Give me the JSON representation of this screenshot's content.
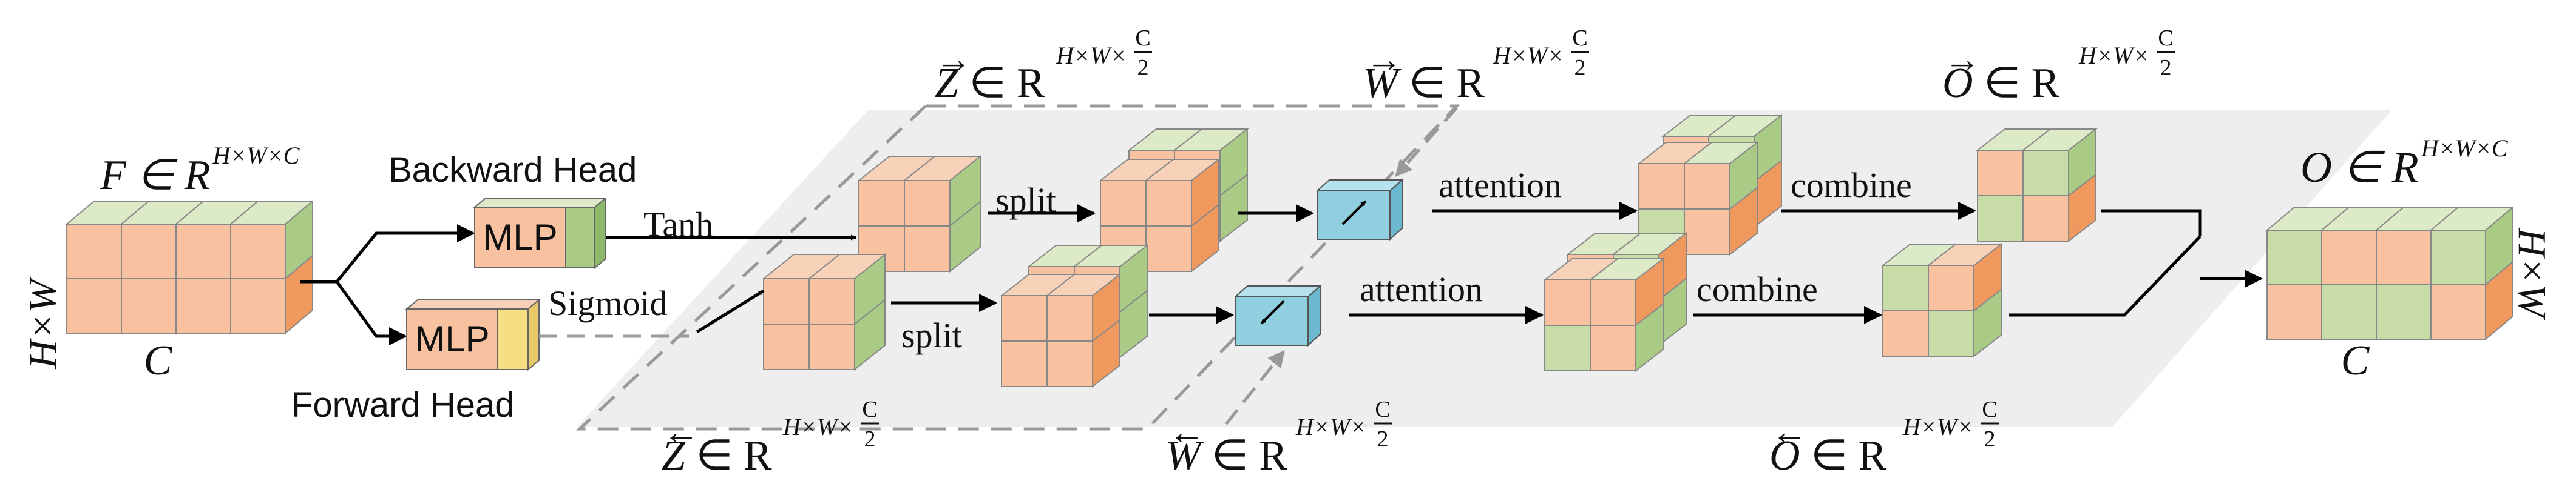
{
  "labels": {
    "input_tensor": {
      "main": "F ∈ R",
      "sup": "H×W×C"
    },
    "input_hw": "H×W",
    "input_c": "C",
    "backward_head": "Backward Head",
    "forward_head": "Forward Head",
    "mlp": "MLP",
    "tanh": "Tanh",
    "sigmoid": "Sigmoid",
    "split": "split",
    "attention": "attention",
    "combine": "combine",
    "z_fwd": {
      "var": "Z",
      "main": " ∈ R",
      "sup": "H×W×",
      "frac_num": "C",
      "frac_den": "2"
    },
    "w_fwd": {
      "var": "W",
      "main": " ∈ R",
      "sup": "H×W×",
      "frac_num": "C",
      "frac_den": "2"
    },
    "o_fwd": {
      "var": "O",
      "main": " ∈ R",
      "sup": "H×W×",
      "frac_num": "C",
      "frac_den": "2"
    },
    "z_bwd": {
      "var": "Z",
      "main": " ∈ R",
      "sup": "H×W×",
      "frac_num": "C",
      "frac_den": "2"
    },
    "w_bwd": {
      "var": "W",
      "main": " ∈ R",
      "sup": "H×W×",
      "frac_num": "C",
      "frac_den": "2"
    },
    "o_bwd": {
      "var": "O",
      "main": " ∈ R",
      "sup": "H×W×",
      "frac_num": "C",
      "frac_den": "2"
    },
    "output_tensor": {
      "main": "O ∈ R",
      "sup": "H×W×C"
    },
    "output_hw": "H×W",
    "output_c": "C"
  },
  "colors": {
    "orange_front": "#F8C1A0",
    "orange_side": "#F0995E",
    "green_front": "#C8DCA8",
    "green_top": "#DDEAC8",
    "green_side": "#A9CB86",
    "orange_top": "#F8D2B8",
    "mlp_side_backward": "#A9CB86",
    "mlp_side_forward": "#F6DE82",
    "attention_box_front": "#8FCFE0",
    "attention_box_top": "#B6E2EE",
    "attention_box_side": "#6BB8CF",
    "plane_fill": "#EEEEEE",
    "dashed_line": "#999999"
  }
}
